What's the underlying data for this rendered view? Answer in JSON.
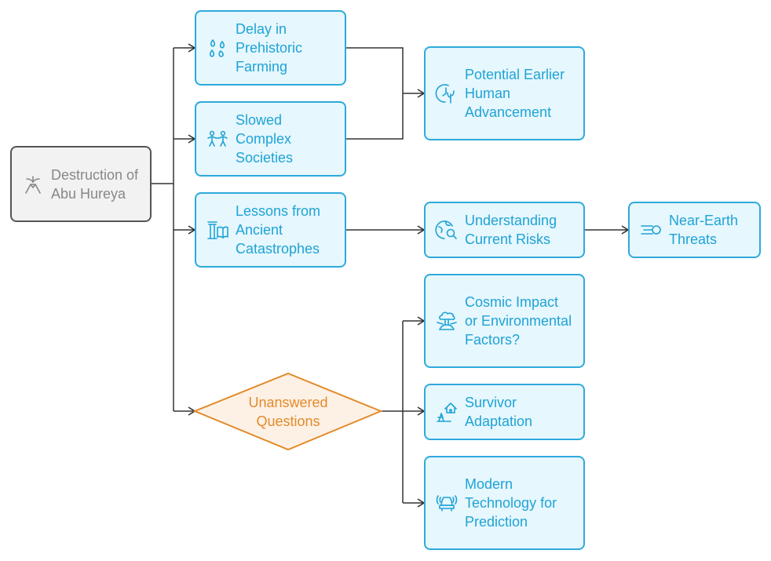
{
  "colors": {
    "accent": "#2eaadc",
    "accent_text": "#1fa3d6",
    "node_fill": "#e6f7fd",
    "root_border": "#555555",
    "root_fill": "#f2f2f2",
    "root_text": "#888888",
    "diamond": "#e38a2a",
    "diamond_fill": "#fdf1e6",
    "connector": "#333333"
  },
  "root": {
    "label": "Destruction of Abu Hureya",
    "icon": "volcano-icon"
  },
  "branches": [
    {
      "label": "Delay in Prehistoric Farming",
      "icon": "seeds-icon"
    },
    {
      "label": "Slowed Complex Societies",
      "icon": "people-icon"
    },
    {
      "label": "Lessons from Ancient Catastrophes",
      "icon": "column-book-icon"
    }
  ],
  "outcomes": {
    "advancement": {
      "label": "Potential Earlier Human Advancement",
      "icon": "clock-plant-icon"
    },
    "risks": {
      "label": "Understanding Current Risks",
      "icon": "globe-search-icon"
    },
    "threats": {
      "label": "Near-Earth Threats",
      "icon": "meteor-icon"
    }
  },
  "questions": {
    "label": "Unanswered Questions",
    "items": [
      {
        "label": "Cosmic Impact or Environmental Factors?",
        "icon": "mushroom-cloud-icon"
      },
      {
        "label": "Survivor Adaptation",
        "icon": "house-shelter-icon"
      },
      {
        "label": "Modern Technology for Prediction",
        "icon": "radar-car-icon"
      }
    ]
  }
}
